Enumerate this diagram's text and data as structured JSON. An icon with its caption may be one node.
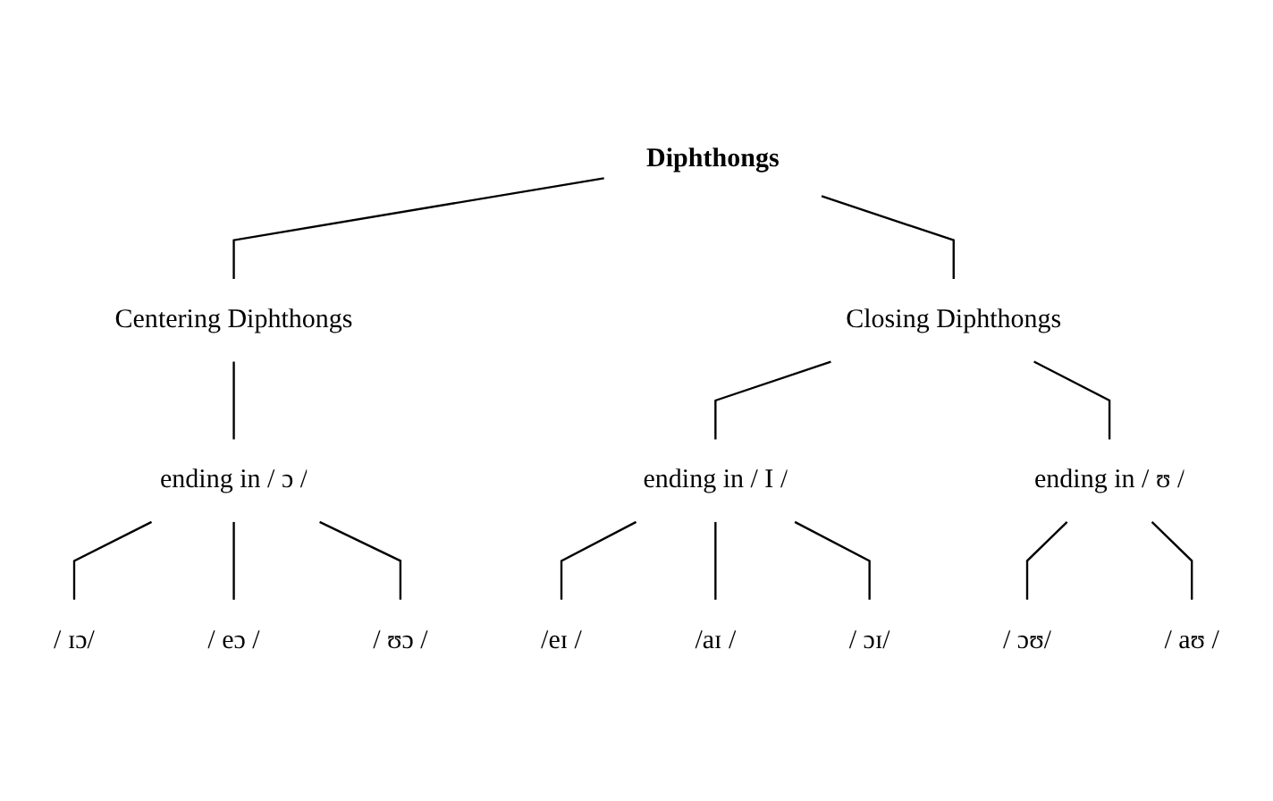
{
  "diagram": {
    "nodes": [
      {
        "text": [
          "Diphthongs"
        ]
      },
      {
        "text": [
          "Centering Diphthongs"
        ]
      },
      {
        "text": [
          "Closing Diphthongs"
        ]
      },
      {
        "text": [
          "ending in / ɔ /"
        ]
      },
      {
        "text": [
          "ending in / I /"
        ]
      },
      {
        "text": [
          "ending in / ʊ /"
        ]
      },
      {
        "text": [
          "/ ɪɔ/"
        ]
      },
      {
        "text": [
          "/ eɔ /"
        ]
      },
      {
        "text": [
          "/ ʊɔ /"
        ]
      },
      {
        "text": [
          "/eɪ /"
        ]
      },
      {
        "text": [
          "/aɪ /"
        ]
      },
      {
        "text": [
          "/ ɔɪ/"
        ]
      },
      {
        "text": [
          "/ ɔʊ/"
        ]
      },
      {
        "text": [
          "/ aʊ /"
        ]
      }
    ],
    "edges": [
      {
        "from": 0,
        "to": 1,
        "arrow": "none"
      },
      {
        "from": 0,
        "to": 2,
        "arrow": "none"
      },
      {
        "from": 1,
        "to": 3,
        "arrow": "none"
      },
      {
        "from": 2,
        "to": 4,
        "arrow": "none"
      },
      {
        "from": 2,
        "to": 5,
        "arrow": "none"
      },
      {
        "from": 3,
        "to": 6,
        "arrow": "none"
      },
      {
        "from": 3,
        "to": 7,
        "arrow": "none"
      },
      {
        "from": 3,
        "to": 8,
        "arrow": "none"
      },
      {
        "from": 4,
        "to": 9,
        "arrow": "none"
      },
      {
        "from": 4,
        "to": 10,
        "arrow": "none"
      },
      {
        "from": 4,
        "to": 11,
        "arrow": "none"
      },
      {
        "from": 5,
        "to": 12,
        "arrow": "none"
      },
      {
        "from": 5,
        "to": 13,
        "arrow": "none"
      }
    ]
  }
}
